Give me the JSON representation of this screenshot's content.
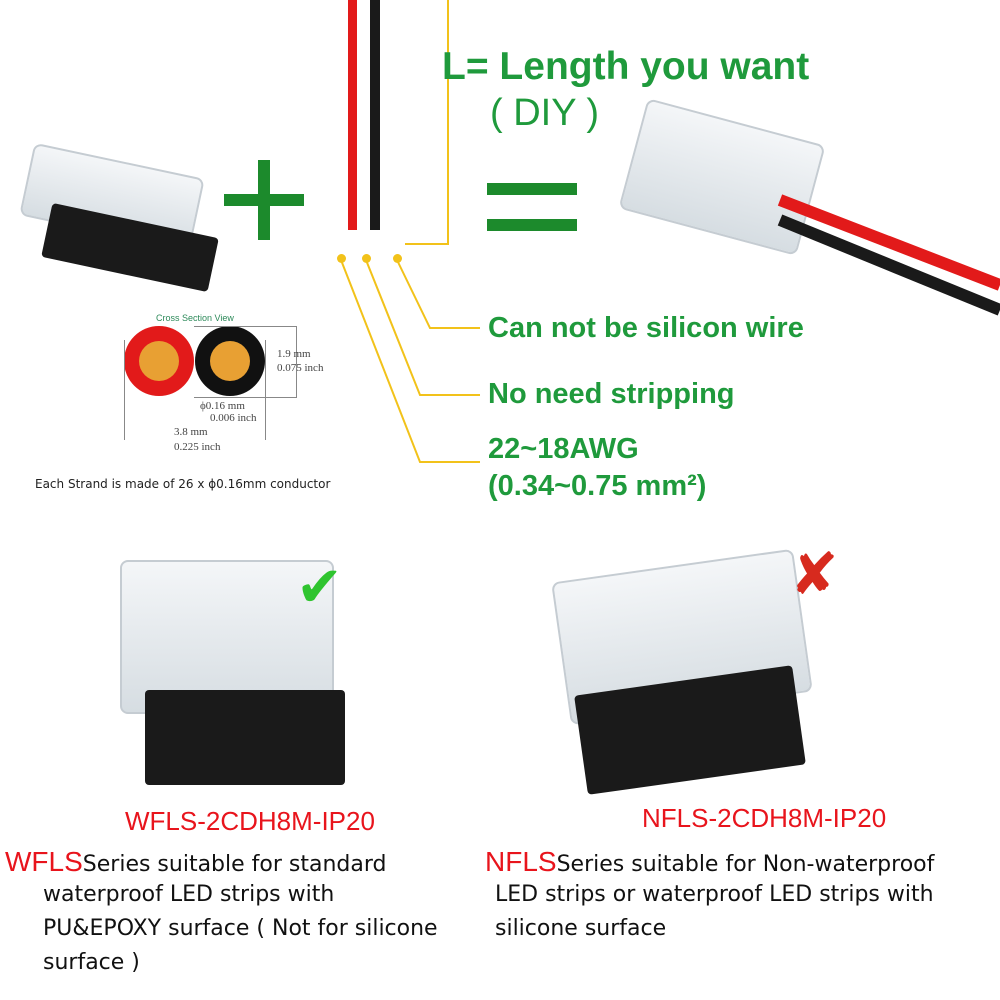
{
  "headline": {
    "length": "L= Length you want",
    "diy": "( DIY )"
  },
  "features": [
    "Can not be silicon wire",
    "No need stripping",
    "22~18AWG",
    "(0.34~0.75 mm²)"
  ],
  "cross_section": {
    "title": "Cross Section View",
    "height_mm": "1.9 mm",
    "height_inch": "0.075 inch",
    "strand_mm": "ϕ0.16 mm",
    "strand_inch": "0.006 inch",
    "width_mm": "3.8 mm",
    "width_inch": "0.225 inch",
    "caption": "Each Strand is made of 26 x ϕ0.16mm conductor"
  },
  "left_product": {
    "model": "WFLS-2CDH8M-IP20",
    "series": "WFLS",
    "description_lines": [
      "Series suitable for standard",
      "waterproof LED strips with",
      "PU&EPOXY surface ( Not for silicone",
      "surface )"
    ]
  },
  "right_product": {
    "model": "NFLS-2CDH8M-IP20",
    "series": "NFLS",
    "description_lines": [
      "Series suitable for Non-waterproof",
      "LED strips or waterproof LED strips with",
      "silicone surface"
    ]
  },
  "colors": {
    "green": "#1f9a3c",
    "red": "#e8141c",
    "yellow": "#f2c21a"
  }
}
